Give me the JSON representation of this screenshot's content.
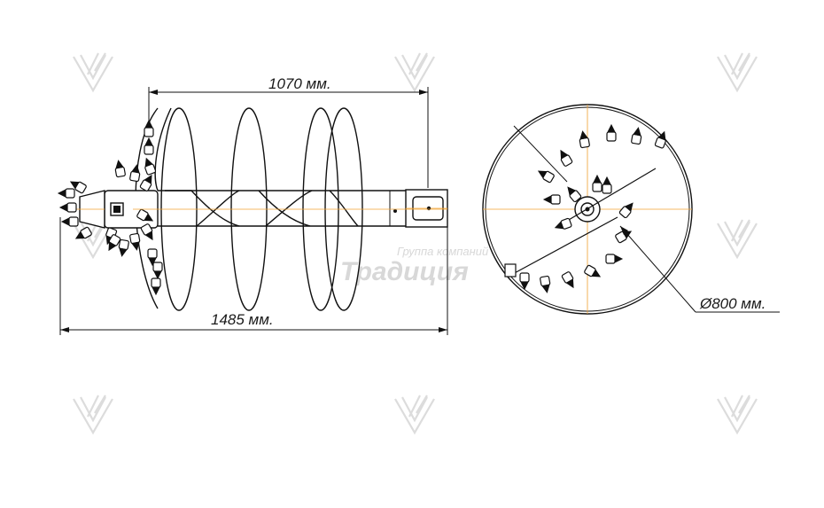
{
  "drawing": {
    "dimensions": {
      "auger_length": "1070 мм.",
      "total_length": "1485 мм.",
      "diameter": "Ø800 мм."
    },
    "watermark": {
      "line1": "Группа компаний",
      "line2": "Традиция"
    },
    "colors": {
      "line": "#111111",
      "centerline": "#f0a030",
      "watermark": "#d8d8d8",
      "background": "#ffffff"
    }
  }
}
